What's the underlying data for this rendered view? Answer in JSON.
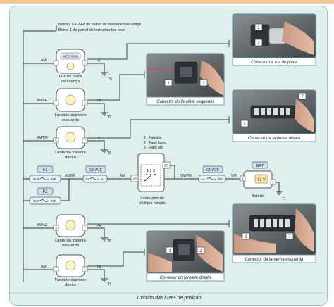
{
  "header": {
    "note_line1": "Bornes C4 e A8 do painel de instrumentos antigo",
    "note_line2": "Borne 1 do painel de instrumentos novo"
  },
  "components": {
    "license_lamp": {
      "label_line1": "Luz da placa",
      "label_line2": "de licença",
      "chip": "MEC 2006",
      "wire": "AM",
      "ground_wire": "PR",
      "ground": "T5",
      "pin_left": "1",
      "pin_right": "2"
    },
    "left_headlight": {
      "label_line1": "Farolete dianteiro",
      "label_line2": "esquerdo",
      "wire": "AN/PR",
      "ground_wire": "PR",
      "ground": "T3",
      "pin_left": "1",
      "pin_right": "2"
    },
    "right_tail": {
      "label_line1": "Lanterna traseira",
      "label_line2": "direita",
      "wire": "AM/PR",
      "ground_wire": "PR",
      "ground": "T5",
      "pin_left": "5",
      "pin_right": "7"
    },
    "left_tail": {
      "label_line1": "Lanterna traseira",
      "label_line2": "esquerda",
      "wire": "AM/AZ",
      "ground_wire": "PR",
      "ground": "T5",
      "pin_left": "3",
      "pin_right": "7"
    },
    "right_headlight": {
      "label_line1": "Farolete dianteiro",
      "label_line2": "direito",
      "wire": "AM",
      "ground_wire": "PR",
      "ground": "T4",
      "pin_left": "1",
      "pin_right": "2"
    }
  },
  "fuses": {
    "f1": {
      "label": "F1",
      "in": "SUP",
      "out": "INF",
      "wire_out": "AZ/BR"
    },
    "f2": {
      "label": "F2",
      "in": "SUP",
      "out": "INF"
    }
  },
  "chave1": {
    "label": "CHAVE",
    "pin_in": "A2",
    "pin_out": "A1",
    "wire_out": "AM"
  },
  "switch": {
    "legend_line1": "1 - Farolete",
    "legend_line2": "2 - Farol baixo",
    "legend_line3": "3 - Farol alto",
    "inner_label": "1 2 3",
    "pin_in": "A8",
    "pin_out": "B6",
    "caption_line1": "Interruptor de",
    "caption_line2": "múltipla função"
  },
  "chave2": {
    "label": "CHAVE",
    "wire_in": "VM/PR",
    "pin_in": "A4",
    "pin_out": "B2",
    "wire_out": "VM"
  },
  "battery": {
    "label": "BAT",
    "voltage": "12 V",
    "pin_a": "1",
    "pin_b": "2",
    "caption": "Bateria",
    "ground": "T1"
  },
  "photos": {
    "license": {
      "caption": "Conector da luz de placa",
      "callout_a": "1",
      "callout_b": "2"
    },
    "left_headlight": {
      "caption": "Conector do farolete esquerdo",
      "callout_a": "1",
      "callout_b": "2"
    },
    "right_tail": {
      "caption": "Conector da lanterna direita",
      "callout_a": "1",
      "callout_b": "7"
    },
    "left_tail": {
      "caption": "Conector da lanterna esquerda",
      "callout_a": "1",
      "callout_b": "7"
    },
    "right_headlight": {
      "caption": "Conector do farolete direito",
      "callout_a": "1",
      "callout_b": "2"
    }
  },
  "footer": {
    "title": "Circuito das luzes de posição"
  }
}
